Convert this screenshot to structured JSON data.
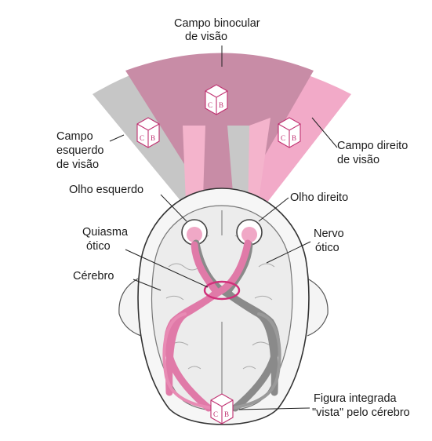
{
  "labels": {
    "binocular_line1": "Campo binocular",
    "binocular_line2": "de visão",
    "left_field_line1": "Campo",
    "left_field_line2": "esquerdo",
    "left_field_line3": "de visão",
    "right_field_line1": "Campo direito",
    "right_field_line2": "de visão",
    "left_eye": "Olho esquerdo",
    "right_eye": "Olho direito",
    "chiasm_line1": "Quiasma",
    "chiasm_line2": "ótico",
    "nerve_line1": "Nervo",
    "nerve_line2": "ótico",
    "brain": "Cérebro",
    "integrated_line1": "Figura integrada",
    "integrated_line2": "\"vista\" pelo cérebro"
  },
  "cube_letters": {
    "left": "C",
    "right": "B"
  },
  "colors": {
    "binocular_field": "#c890a8",
    "left_field": "#c6c6c6",
    "right_field": "#f0aac8",
    "pink_pathway": "#e07aa8",
    "gray_pathway": "#8a8a8a",
    "brain_fill": "#eeeeee",
    "chiasm_ring": "#d0307a"
  }
}
